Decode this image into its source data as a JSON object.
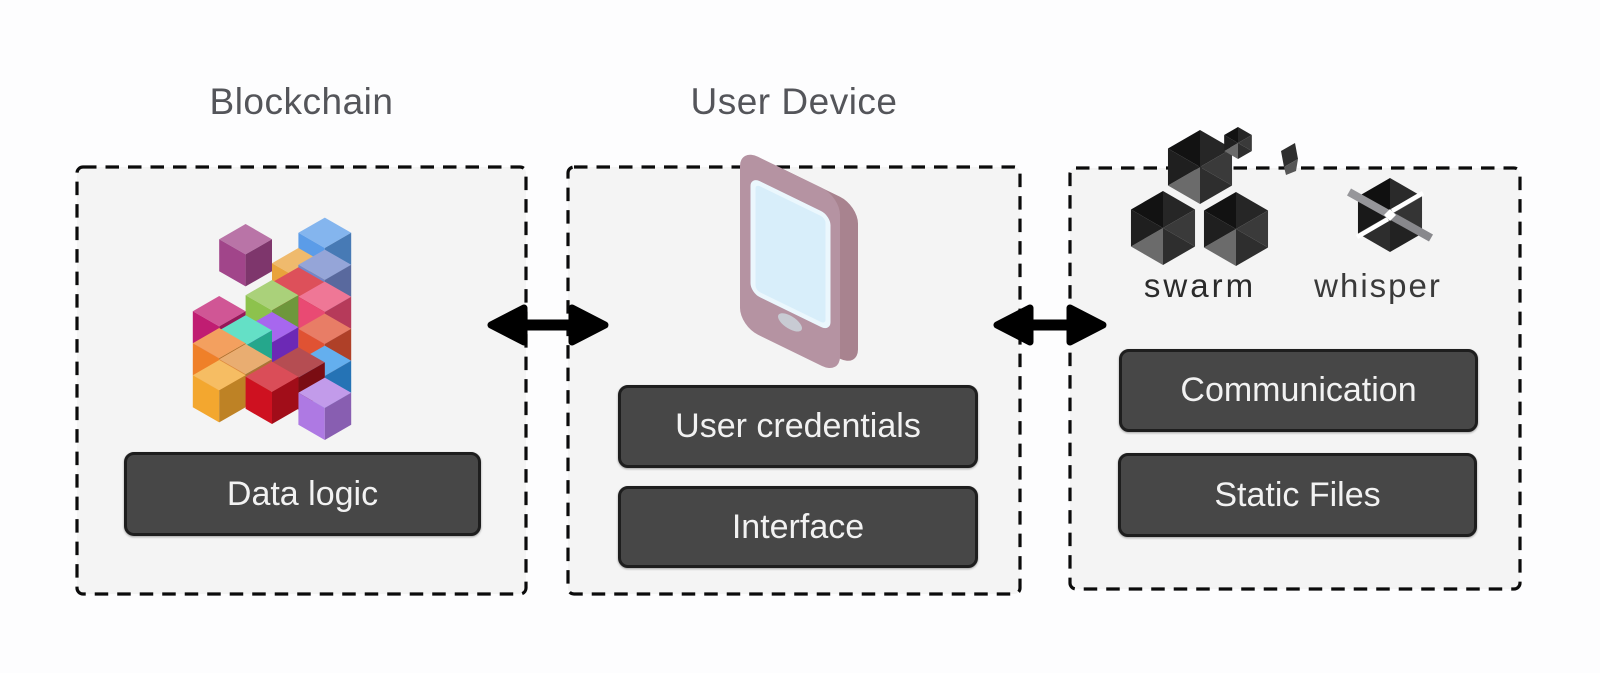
{
  "diagram": {
    "panels": [
      {
        "title": "Blockchain",
        "icon": "blockchain-cubes-icon",
        "nodes": [
          "Data logic"
        ]
      },
      {
        "title": "User Device",
        "icon": "tablet-icon",
        "nodes": [
          "User credentials",
          "Interface"
        ]
      },
      {
        "title": "",
        "logos": [
          {
            "icon": "swarm-hexagons-icon",
            "label": "swarm"
          },
          {
            "icon": "whisper-hexagon-icon",
            "label": "whisper"
          }
        ],
        "nodes": [
          "Communication",
          "Static Files"
        ]
      }
    ],
    "connectors": [
      {
        "type": "double-headed-arrow",
        "between": [
          "Blockchain",
          "User Device"
        ]
      },
      {
        "type": "double-headed-arrow",
        "between": [
          "User Device",
          "swarm-whisper-services"
        ]
      }
    ],
    "colors": {
      "page_background": "#fdfdfe",
      "panel_fill": "#f4f4f4",
      "dashed_border": "#0b0b0b",
      "node_fill": "#474747",
      "node_border": "#1e1e1e",
      "node_text": "#f2f2f2",
      "title_text": "#54555a",
      "arrow": "#000000",
      "tablet_body": "#b593a2",
      "tablet_side": "#a8838f",
      "tablet_screen": "#d8eefa",
      "swarm_dark_facet": "#262626",
      "swarm_light_facet": "#6b6b6b",
      "whisper_band": "#96969a"
    }
  }
}
